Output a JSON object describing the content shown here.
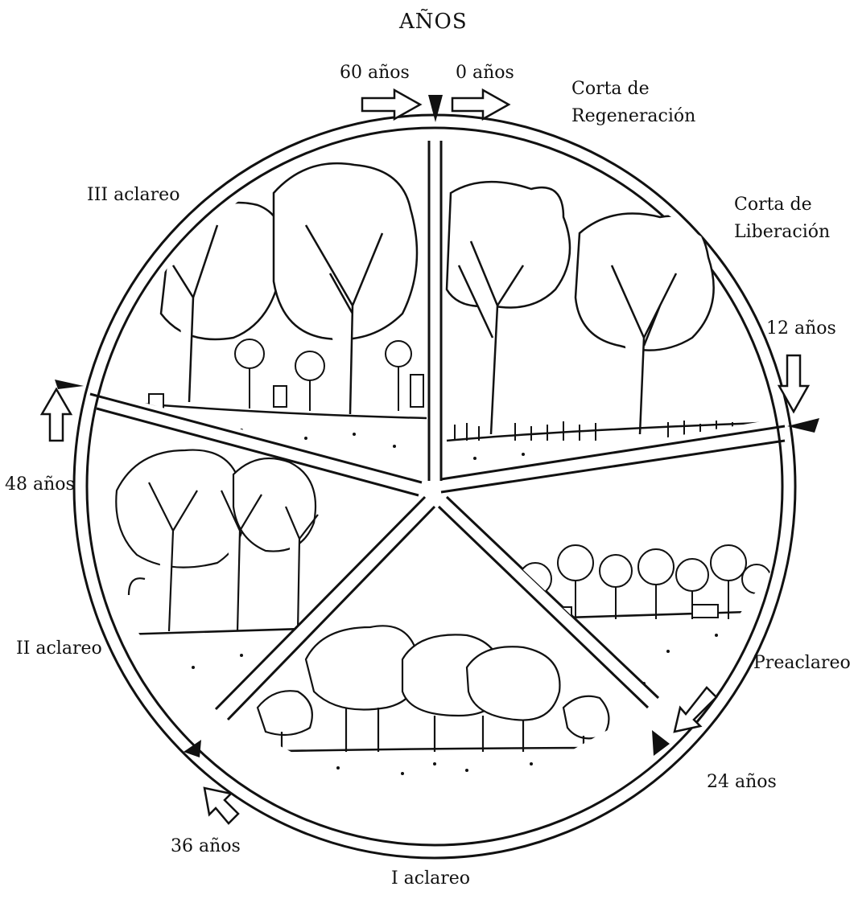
{
  "diagram": {
    "title": "AÑOS",
    "stage_labels": {
      "corta_regeneracion_line1": "Corta de",
      "corta_regeneracion_line2": "Regeneración",
      "corta_liberacion_line1": "Corta de",
      "corta_liberacion_line2": "Liberación",
      "preaclareo": "Preaclareo",
      "i_aclareo": "I aclareo",
      "ii_aclareo": "II aclareo",
      "iii_aclareo": "III aclareo"
    },
    "age_labels": {
      "y0": "0 años",
      "y12": "12 años",
      "y24": "24 años",
      "y36": "36 años",
      "y48": "48 años",
      "y60": "60 años"
    },
    "colors": {
      "ink": "#111111",
      "paper": "#ffffff"
    }
  }
}
